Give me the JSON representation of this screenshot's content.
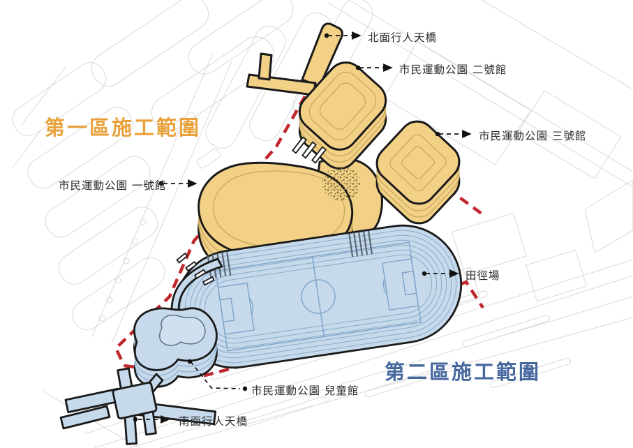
{
  "page": {
    "type": "construction-zone-site-plan"
  },
  "zone1": {
    "title": "第一區施工範圍"
  },
  "zone2": {
    "title": "第二區施工範圍"
  },
  "labels": {
    "north_bridge": "北面行人天橋",
    "hall2": "市民運動公園 二號館",
    "hall3": "市民運動公園 三號館",
    "hall1": "市民運動公園 一號館",
    "track": "田徑場",
    "children_hall": "市民運動公園 兒童館",
    "south_bridge": "南面行人天橋"
  },
  "colors": {
    "c-yellow": "#F2D086",
    "c-yellow-line": "#C8A85C",
    "c-blue": "#C6DAEC",
    "c-blue-line": "#8FAECB",
    "c-field-line": "#7FA3C8",
    "c-outline": "#1A1A1A",
    "c-red": "#C0272D",
    "c-orange-text": "#E8A23C",
    "c-blue-text": "#47679F",
    "c-map": "#D9D9D9",
    "c-label": "#2B2B2B",
    "c-strip": "#5A6672"
  }
}
